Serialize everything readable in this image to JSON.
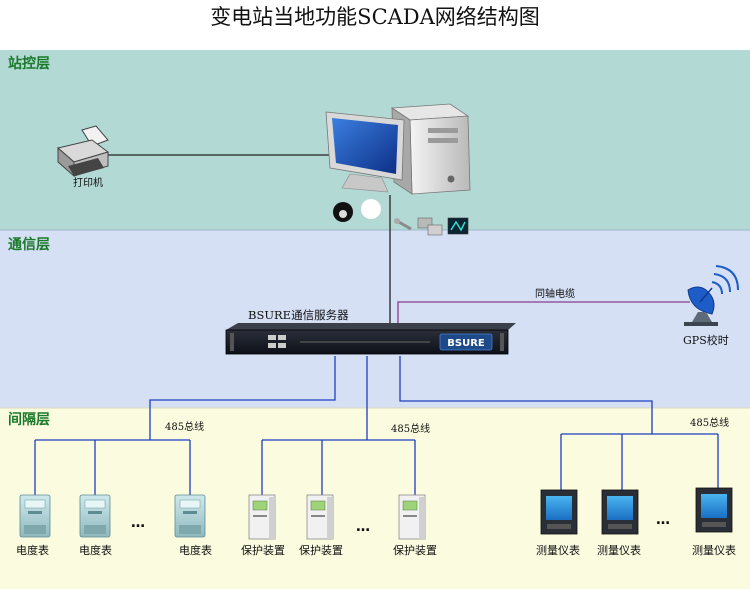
{
  "title": "变电站当地功能SCADA网络结构图",
  "layers": {
    "station": "站控层",
    "comm": "通信层",
    "bay": "间隔层"
  },
  "colors": {
    "station_bg": "#b2d9d4",
    "comm_bg": "#d5e0f5",
    "bay_bg": "#fbfbe0",
    "bus_line": "#1f3fbf",
    "coax_line": "#8a3c8a",
    "lan_line": "#222222"
  },
  "printer": {
    "label": "打印机",
    "icon": "printer-icon"
  },
  "pc": {
    "icon": "computer-icon",
    "apps": [
      "database-icon",
      "circle-icon",
      "tools-icon",
      "network-icon",
      "scada-app-icon"
    ]
  },
  "server": {
    "label": "BSURE通信服务器",
    "logo": "BSURE",
    "icon": "rack-server-icon"
  },
  "gps": {
    "label": "GPS校时",
    "cable": "同轴电缆",
    "icon": "satellite-dish-icon"
  },
  "groups": [
    {
      "bus": "485总线",
      "device": "电度表",
      "labels": [
        "电度表",
        "电度表",
        "电度表"
      ],
      "ellipsis": "…",
      "icon": "energy-meter-icon"
    },
    {
      "bus": "485总线",
      "device": "保护装置",
      "labels": [
        "保护装置",
        "保护装置",
        "保护装置"
      ],
      "ellipsis": "…",
      "icon": "protection-device-icon"
    },
    {
      "bus": "485总线",
      "device": "测量仪表",
      "labels": [
        "测量仪表",
        "测量仪表",
        "测量仪表"
      ],
      "ellipsis": "…",
      "icon": "measuring-meter-icon"
    }
  ]
}
